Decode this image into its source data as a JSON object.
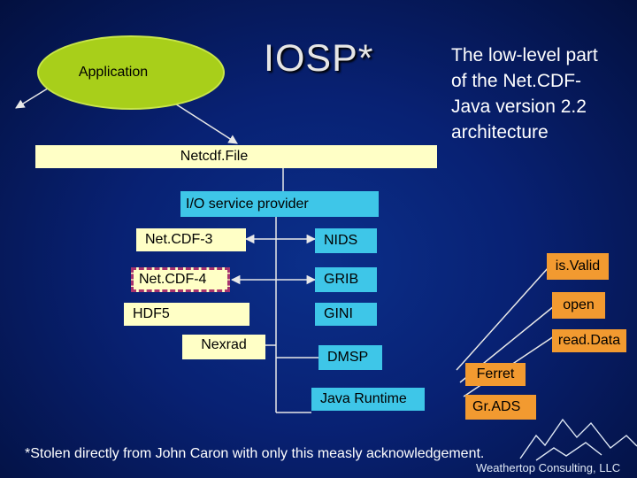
{
  "title": "IOSP*",
  "application_label": "Application",
  "netcdffile_label": "Netcdf.File",
  "description": "The low-level part of the Net.CDF-Java version 2.2 architecture",
  "io_service_provider": "I/O service provider",
  "left_column": [
    "Net.CDF-3",
    "Net.CDF-4",
    "HDF5",
    "Nexrad"
  ],
  "right_column": [
    "NIDS",
    "GRIB",
    "GINI",
    "DMSP",
    "Java Runtime"
  ],
  "methods": [
    "is.Valid",
    "open",
    "read.Data"
  ],
  "apps": [
    "Ferret",
    "Gr.ADS"
  ],
  "footnote": "*Stolen directly from John Caron with only this measly acknowledgement.",
  "branding": "Weathertop Consulting, LLC"
}
